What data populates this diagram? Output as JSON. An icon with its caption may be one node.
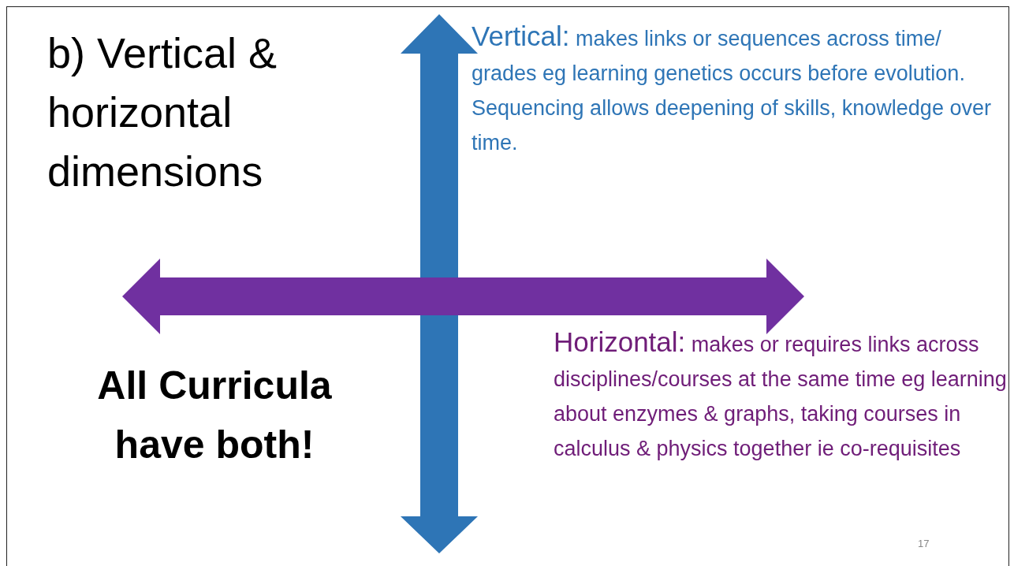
{
  "diagram": {
    "title": "b) Vertical & horizontal dimensions",
    "labels": [
      "Vertical:",
      "makes links or sequences across time/ grades eg learning genetics occurs before evolution. Sequencing allows deepening of skills, knowledge over time.",
      "Horizontal:",
      "makes or requires links across disciplines/courses at the same time eg learning about enzymes & graphs, taking courses in calculus & physics together ie co-requisites",
      "All Curricula have both!",
      "17"
    ]
  }
}
